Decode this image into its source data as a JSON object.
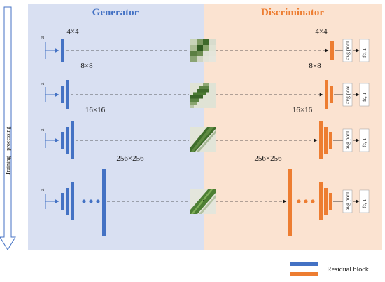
{
  "generator_title": "Generator",
  "discriminator_title": "Discriminator",
  "side_label": "Training    processing",
  "legend_label": "Residual block",
  "rows": [
    {
      "g_size": "4×4",
      "d_size": "4×4",
      "avg_pool": "avg pool",
      "fc": "fc, 1",
      "z": "z"
    },
    {
      "g_size": "8×8",
      "d_size": "8×8",
      "avg_pool": "avg pool",
      "fc": "fc, 1",
      "z": "z"
    },
    {
      "g_size": "16×16",
      "d_size": "16×16",
      "avg_pool": "avg pool",
      "fc": "fc, 1",
      "z": "z"
    },
    {
      "g_size": "256×256",
      "d_size": "256×256",
      "avg_pool": "avg pool",
      "fc": "fc, 1",
      "z": "z"
    }
  ],
  "colors": {
    "gen_bg": "#d9e0f2",
    "disc_bg": "#fbe3d1",
    "gen_block": "#4472c4",
    "disc_block": "#ed7d31",
    "gen_title": "#4472c4",
    "disc_title": "#ed7d31"
  }
}
